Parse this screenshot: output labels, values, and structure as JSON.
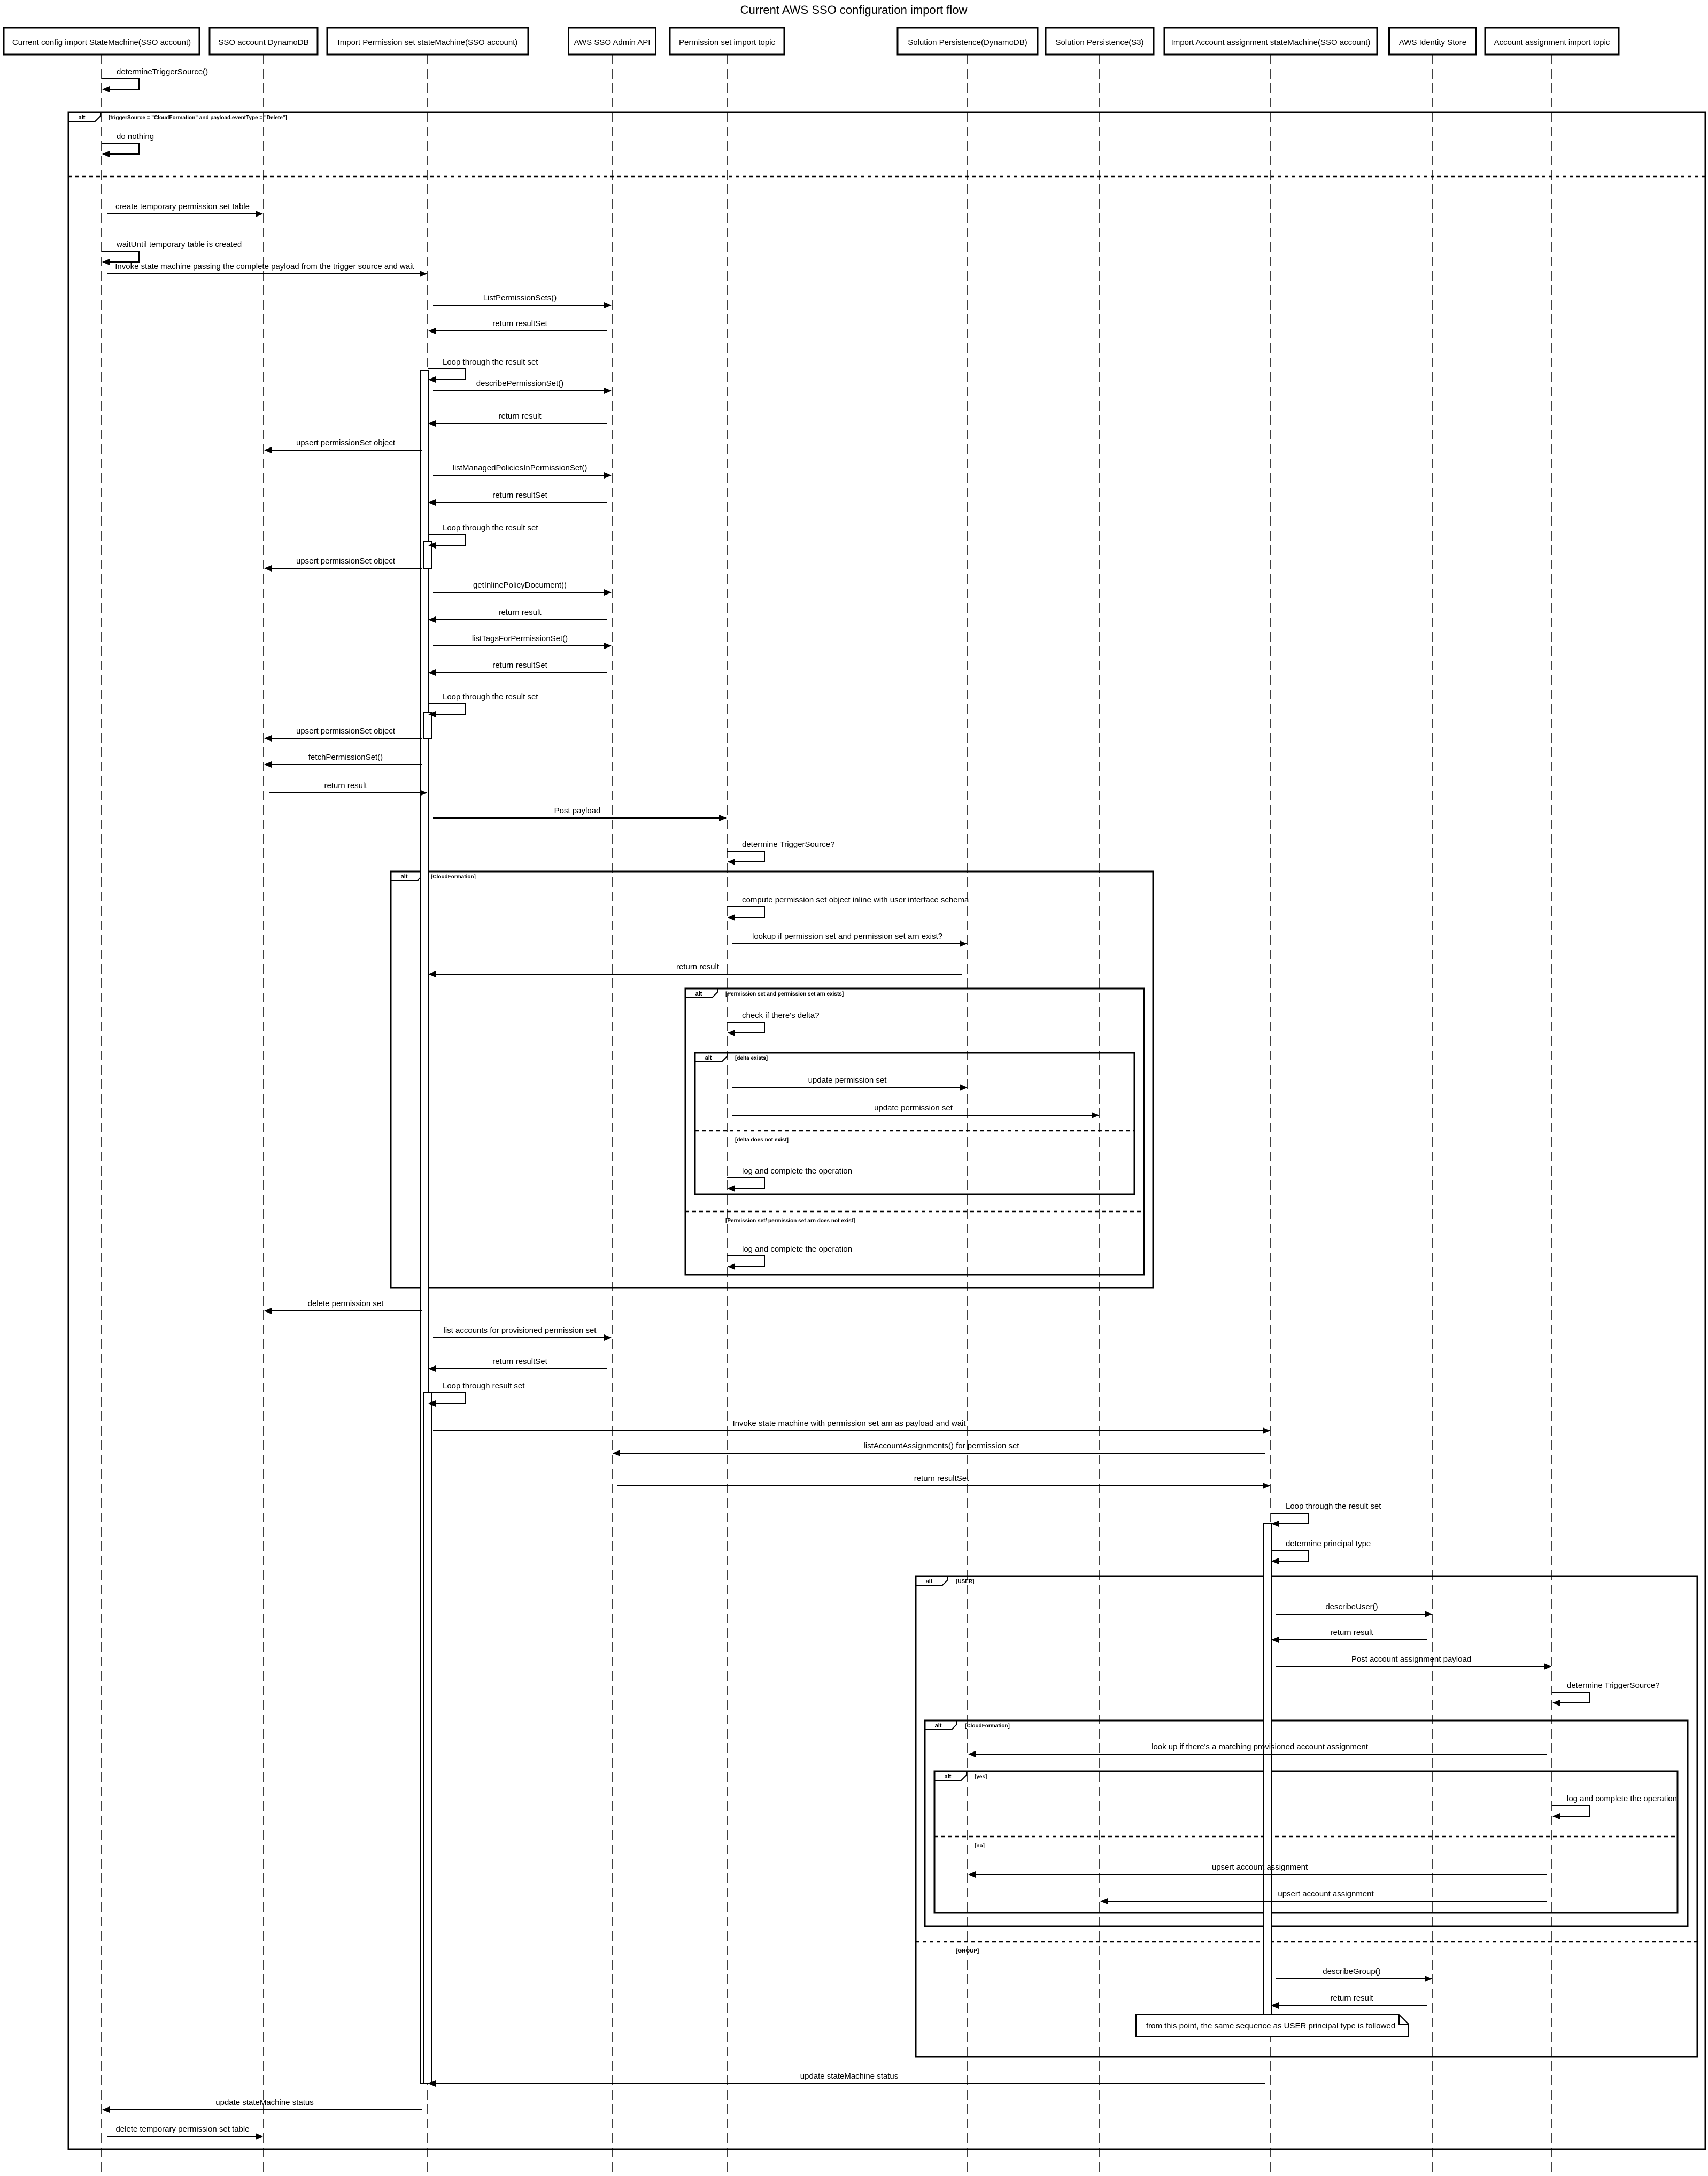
{
  "title": "Current AWS SSO configuration import flow",
  "participants": [
    {
      "id": "p0",
      "label": "Current config import StateMachine(SSO account)"
    },
    {
      "id": "p1",
      "label": "SSO account DynamoDB"
    },
    {
      "id": "p2",
      "label": "Import Permission set stateMachine(SSO account)"
    },
    {
      "id": "p3",
      "label": "AWS SSO Admin API"
    },
    {
      "id": "p4",
      "label": "Permission set import topic"
    },
    {
      "id": "p5",
      "label": "Solution Persistence(DynamoDB)"
    },
    {
      "id": "p6",
      "label": "Solution Persistence(S3)"
    },
    {
      "id": "p7",
      "label": "Import Account assignment stateMachine(SSO account)"
    },
    {
      "id": "p8",
      "label": "AWS Identity Store"
    },
    {
      "id": "p9",
      "label": "Account assignment import topic"
    }
  ],
  "fragments": [
    {
      "operator": "alt",
      "guard": "[triggerSource = \"CloudFormation\" and payload.eventType = \"Delete\"]",
      "else_guards": [
        ""
      ]
    },
    {
      "operator": "alt",
      "guard": "[CloudFormation]",
      "else_guards": []
    },
    {
      "operator": "alt",
      "guard": "[Permission set and permission set arn exists]",
      "else_guards": [
        "[Permission set/ permission set arn does not exist]"
      ]
    },
    {
      "operator": "alt",
      "guard": "[delta exists]",
      "else_guards": [
        "[delta does not exist]"
      ]
    },
    {
      "operator": "alt",
      "guard": "[USER]",
      "else_guards": [
        "[GROUP]"
      ]
    },
    {
      "operator": "alt",
      "guard": "[CloudFormation]",
      "else_guards": []
    },
    {
      "operator": "alt",
      "guard": "[yes]",
      "else_guards": [
        "[no]"
      ]
    }
  ],
  "messages": [
    {
      "from": "p0",
      "to": "p0",
      "label": "determineTriggerSource()"
    },
    {
      "from": "p0",
      "to": "p0",
      "label": "do nothing"
    },
    {
      "from": "p0",
      "to": "p1",
      "label": "create temporary permission set table"
    },
    {
      "from": "p0",
      "to": "p0",
      "label": "waitUntil temporary table is created"
    },
    {
      "from": "p0",
      "to": "p2",
      "label": "Invoke state machine passing the complete payload from the trigger source and wait"
    },
    {
      "from": "p2",
      "to": "p3",
      "label": "ListPermissionSets()"
    },
    {
      "from": "p3",
      "to": "p2",
      "label": "return resultSet"
    },
    {
      "from": "p2",
      "to": "p2",
      "label": "Loop through the result set"
    },
    {
      "from": "p2",
      "to": "p3",
      "label": "describePermissionSet()"
    },
    {
      "from": "p3",
      "to": "p2",
      "label": "return result"
    },
    {
      "from": "p2",
      "to": "p1",
      "label": "upsert permissionSet object"
    },
    {
      "from": "p2",
      "to": "p3",
      "label": "listManagedPoliciesInPermissionSet()"
    },
    {
      "from": "p3",
      "to": "p2",
      "label": "return resultSet"
    },
    {
      "from": "p2",
      "to": "p2",
      "label": "Loop through the result set"
    },
    {
      "from": "p2",
      "to": "p1",
      "label": "upsert permissionSet object"
    },
    {
      "from": "p2",
      "to": "p3",
      "label": "getInlinePolicyDocument()"
    },
    {
      "from": "p3",
      "to": "p2",
      "label": "return result"
    },
    {
      "from": "p2",
      "to": "p3",
      "label": "listTagsForPermissionSet()"
    },
    {
      "from": "p3",
      "to": "p2",
      "label": "return resultSet"
    },
    {
      "from": "p2",
      "to": "p2",
      "label": "Loop through the result set"
    },
    {
      "from": "p2",
      "to": "p1",
      "label": "upsert permissionSet object"
    },
    {
      "from": "p2",
      "to": "p1",
      "label": "fetchPermissionSet()"
    },
    {
      "from": "p1",
      "to": "p2",
      "label": "return result"
    },
    {
      "from": "p2",
      "to": "p4",
      "label": "Post payload"
    },
    {
      "from": "p4",
      "to": "p4",
      "label": "determine TriggerSource?"
    },
    {
      "from": "p4",
      "to": "p4",
      "label": "compute permission set object inline with user interface schema"
    },
    {
      "from": "p4",
      "to": "p5",
      "label": "lookup if permission set and permission set arn exist?"
    },
    {
      "from": "p5",
      "to": "p2",
      "label": "return result"
    },
    {
      "from": "p4",
      "to": "p4",
      "label": "check if there's delta?"
    },
    {
      "from": "p4",
      "to": "p5",
      "label": "update permission set"
    },
    {
      "from": "p4",
      "to": "p6",
      "label": "update permission set"
    },
    {
      "from": "p4",
      "to": "p4",
      "label": "log and complete the operation"
    },
    {
      "from": "p4",
      "to": "p4",
      "label": "log and complete the operation"
    },
    {
      "from": "p2",
      "to": "p1",
      "label": "delete permission set"
    },
    {
      "from": "p2",
      "to": "p3",
      "label": "list accounts for provisioned permission set"
    },
    {
      "from": "p3",
      "to": "p2",
      "label": "return resultSet"
    },
    {
      "from": "p2",
      "to": "p2",
      "label": "Loop through result set"
    },
    {
      "from": "p2",
      "to": "p7",
      "label": "Invoke state machine with permission set arn as payload and wait"
    },
    {
      "from": "p7",
      "to": "p3",
      "label": "listAccountAssignments() for permission set"
    },
    {
      "from": "p3",
      "to": "p7",
      "label": "return resultSet"
    },
    {
      "from": "p7",
      "to": "p7",
      "label": "Loop through the result set"
    },
    {
      "from": "p7",
      "to": "p7",
      "label": "determine principal type"
    },
    {
      "from": "p7",
      "to": "p8",
      "label": "describeUser()"
    },
    {
      "from": "p8",
      "to": "p7",
      "label": "return result"
    },
    {
      "from": "p7",
      "to": "p9",
      "label": "Post account assignment payload"
    },
    {
      "from": "p9",
      "to": "p9",
      "label": "determine TriggerSource?"
    },
    {
      "from": "p9",
      "to": "p5",
      "label": "look up if there's a matching provisioned account assignment"
    },
    {
      "from": "p9",
      "to": "p9",
      "label": "log and complete the operation"
    },
    {
      "from": "p9",
      "to": "p5",
      "label": "upsert account assignment"
    },
    {
      "from": "p9",
      "to": "p6",
      "label": "upsert account assignment"
    },
    {
      "from": "p7",
      "to": "p8",
      "label": "describeGroup()"
    },
    {
      "from": "p8",
      "to": "p7",
      "label": "return result"
    },
    {
      "from": "p7",
      "to": "p2",
      "label": "update stateMachine status"
    },
    {
      "from": "p2",
      "to": "p0",
      "label": "update stateMachine status"
    },
    {
      "from": "p0",
      "to": "p1",
      "label": "delete temporary permission set table"
    }
  ],
  "notes": [
    {
      "over": "p7",
      "text": "from this point, the same sequence as USER principal type is followed"
    }
  ]
}
